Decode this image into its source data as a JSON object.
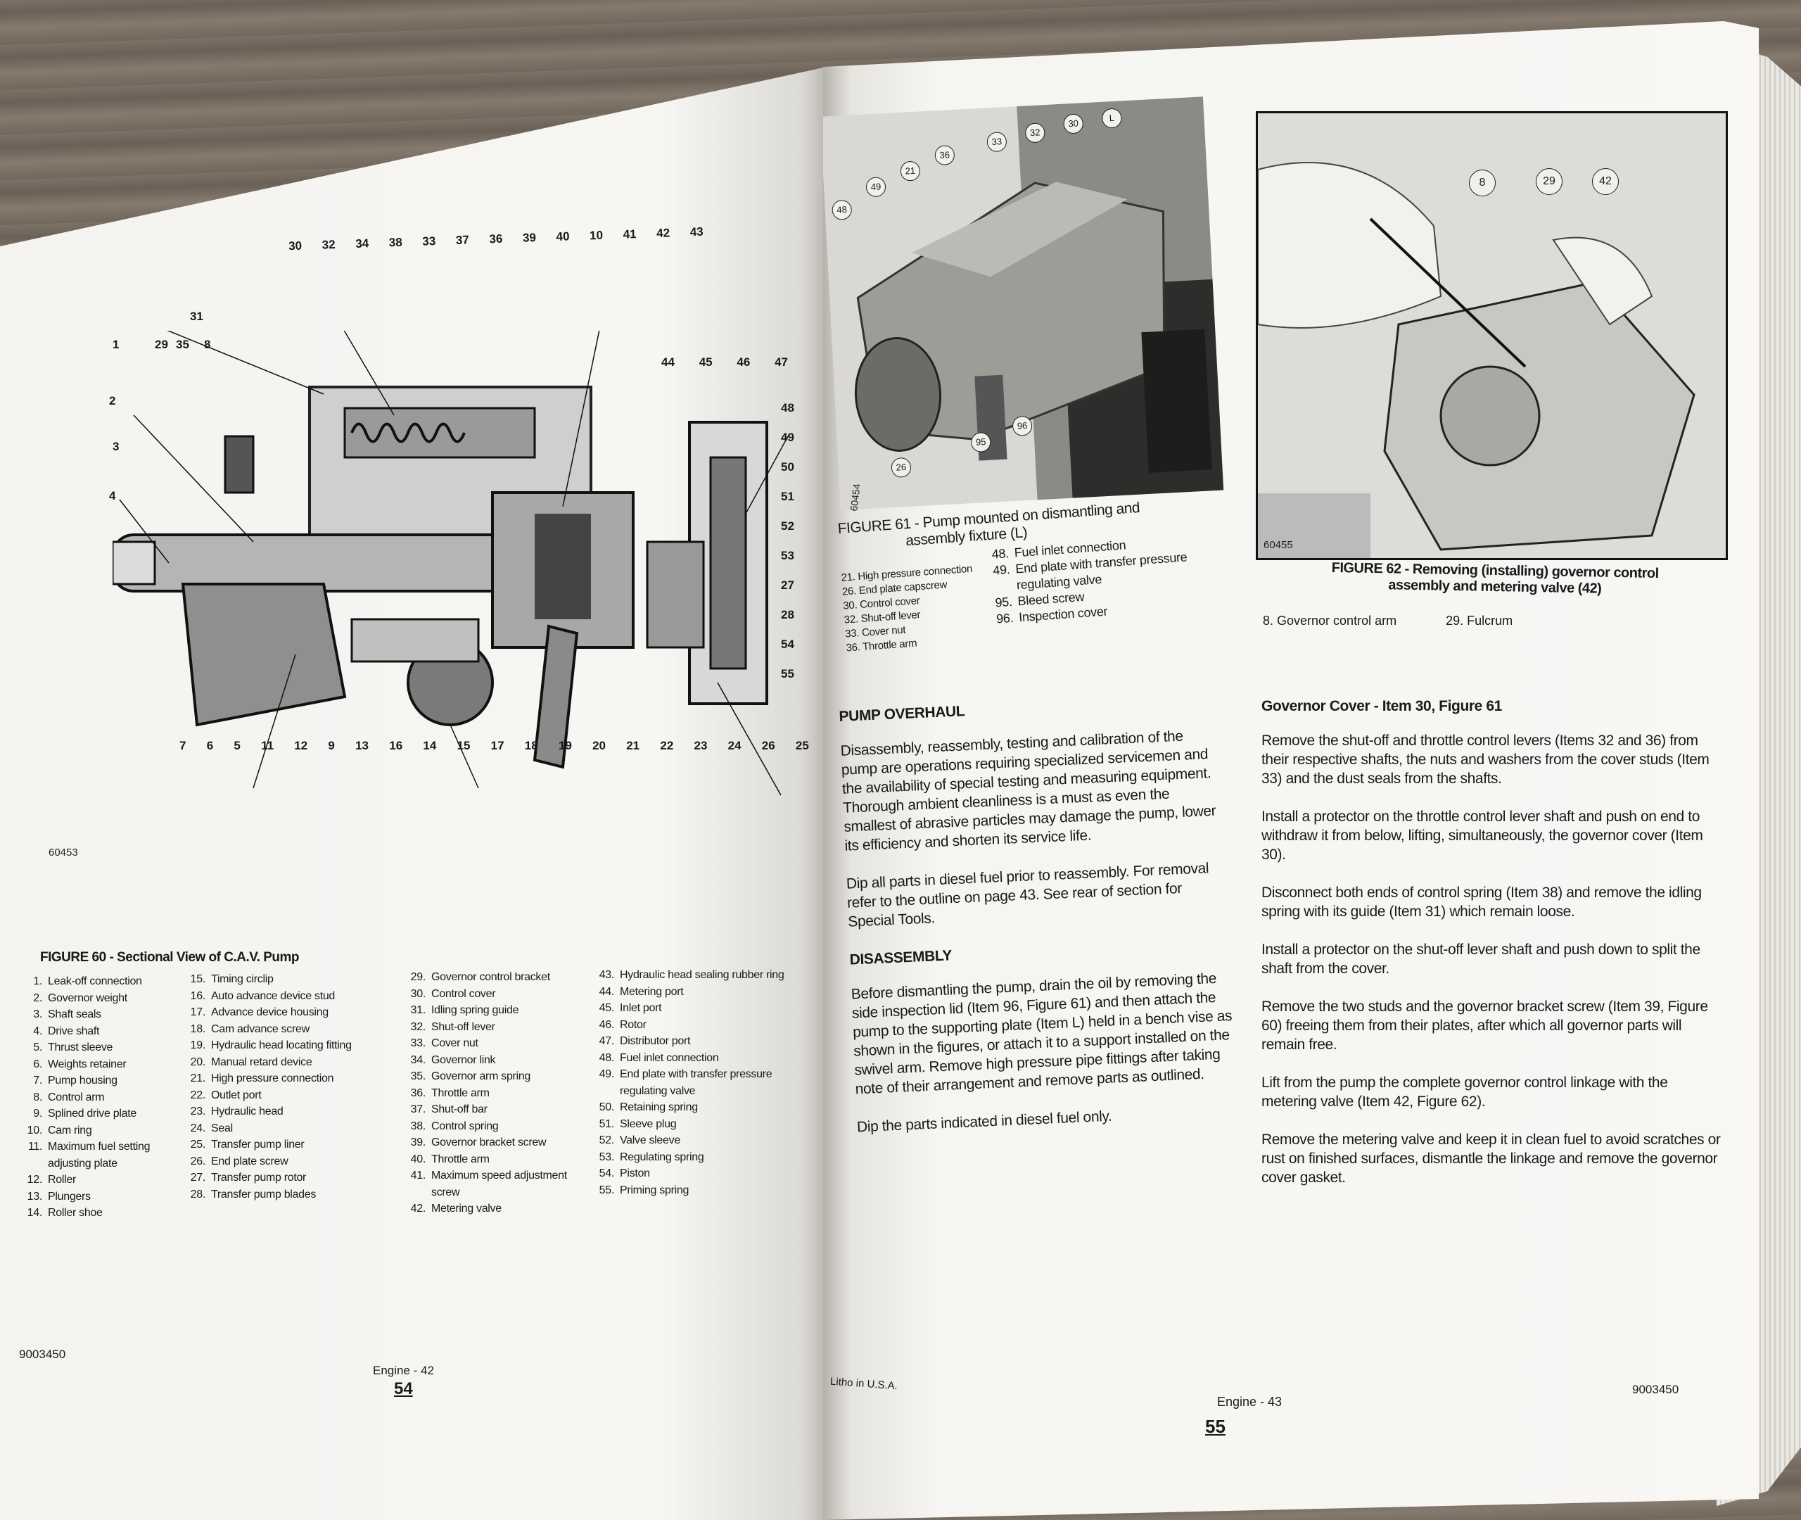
{
  "left_page": {
    "figure60": {
      "image_id": "60453",
      "callouts_top": [
        "30",
        "32",
        "34",
        "38",
        "33",
        "37",
        "36",
        "39",
        "40",
        "10",
        "41",
        "42",
        "43"
      ],
      "callouts_upper_right": [
        "44",
        "45",
        "46",
        "47"
      ],
      "callouts_left": [
        "31",
        "1",
        "29",
        "35",
        "8",
        "2",
        "3",
        "4"
      ],
      "callouts_right": [
        "48",
        "49",
        "50",
        "51",
        "52",
        "53",
        "27",
        "28",
        "54",
        "55"
      ],
      "callouts_bottom": [
        "7",
        "6",
        "5",
        "11",
        "12",
        "9",
        "13",
        "16",
        "14",
        "15",
        "17",
        "18",
        "19",
        "20",
        "21",
        "22",
        "23",
        "24",
        "26",
        "25"
      ],
      "caption": "FIGURE 60 - Sectional View of C.A.V. Pump",
      "legend_columns": [
        [
          {
            "n": "1.",
            "t": "Leak-off connection"
          },
          {
            "n": "2.",
            "t": "Governor weight"
          },
          {
            "n": "3.",
            "t": "Shaft seals"
          },
          {
            "n": "4.",
            "t": "Drive shaft"
          },
          {
            "n": "5.",
            "t": "Thrust sleeve"
          },
          {
            "n": "6.",
            "t": "Weights retainer"
          },
          {
            "n": "7.",
            "t": "Pump housing"
          },
          {
            "n": "8.",
            "t": "Control arm"
          },
          {
            "n": "9.",
            "t": "Splined drive plate"
          },
          {
            "n": "10.",
            "t": "Cam ring"
          },
          {
            "n": "11.",
            "t": "Maximum fuel setting adjusting plate"
          },
          {
            "n": "12.",
            "t": "Roller"
          },
          {
            "n": "13.",
            "t": "Plungers"
          },
          {
            "n": "14.",
            "t": "Roller shoe"
          }
        ],
        [
          {
            "n": "15.",
            "t": "Timing circlip"
          },
          {
            "n": "16.",
            "t": "Auto advance device stud"
          },
          {
            "n": "17.",
            "t": "Advance device housing"
          },
          {
            "n": "18.",
            "t": "Cam advance screw"
          },
          {
            "n": "19.",
            "t": "Hydraulic head locating fitting"
          },
          {
            "n": "20.",
            "t": "Manual retard device"
          },
          {
            "n": "21.",
            "t": "High pressure connection"
          },
          {
            "n": "22.",
            "t": "Outlet port"
          },
          {
            "n": "23.",
            "t": "Hydraulic head"
          },
          {
            "n": "24.",
            "t": "Seal"
          },
          {
            "n": "25.",
            "t": "Transfer pump liner"
          },
          {
            "n": "26.",
            "t": "End plate screw"
          },
          {
            "n": "27.",
            "t": "Transfer pump rotor"
          },
          {
            "n": "28.",
            "t": "Transfer pump blades"
          }
        ],
        [
          {
            "n": "29.",
            "t": "Governor control bracket"
          },
          {
            "n": "30.",
            "t": "Control cover"
          },
          {
            "n": "31.",
            "t": "Idling spring guide"
          },
          {
            "n": "32.",
            "t": "Shut-off lever"
          },
          {
            "n": "33.",
            "t": "Cover nut"
          },
          {
            "n": "34.",
            "t": "Governor link"
          },
          {
            "n": "35.",
            "t": "Governor arm spring"
          },
          {
            "n": "36.",
            "t": "Throttle arm"
          },
          {
            "n": "37.",
            "t": "Shut-off bar"
          },
          {
            "n": "38.",
            "t": "Control spring"
          },
          {
            "n": "39.",
            "t": "Governor bracket screw"
          },
          {
            "n": "40.",
            "t": "Throttle arm"
          },
          {
            "n": "41.",
            "t": "Maximum speed adjustment screw"
          },
          {
            "n": "42.",
            "t": "Metering valve"
          }
        ],
        [
          {
            "n": "43.",
            "t": "Hydraulic head sealing rubber ring"
          },
          {
            "n": "44.",
            "t": "Metering port"
          },
          {
            "n": "45.",
            "t": "Inlet port"
          },
          {
            "n": "46.",
            "t": "Rotor"
          },
          {
            "n": "47.",
            "t": "Distributor port"
          },
          {
            "n": "48.",
            "t": "Fuel inlet connection"
          },
          {
            "n": "49.",
            "t": "End plate with transfer pressure regulating valve"
          },
          {
            "n": "50.",
            "t": "Retaining spring"
          },
          {
            "n": "51.",
            "t": "Sleeve plug"
          },
          {
            "n": "52.",
            "t": "Valve sleeve"
          },
          {
            "n": "53.",
            "t": "Regulating spring"
          },
          {
            "n": "54.",
            "t": "Piston"
          },
          {
            "n": "55.",
            "t": "Priming spring"
          }
        ]
      ]
    },
    "footer": {
      "doc_number": "9003450",
      "section": "Engine - 42",
      "page_number": "54"
    }
  },
  "right_page": {
    "figure61": {
      "image_id": "60454",
      "callouts": [
        "48",
        "49",
        "21",
        "36",
        "33",
        "32",
        "30",
        "L",
        "26",
        "95",
        "96"
      ],
      "caption_line1": "FIGURE 61 - Pump mounted on dismantling and",
      "caption_line2": "assembly fixture (L)",
      "legend_left": [
        "21. High pressure connection",
        "26. End plate capscrew",
        "30. Control cover",
        "32. Shut-off lever",
        "33. Cover nut",
        "36. Throttle arm"
      ],
      "legend_right": [
        {
          "n": "48.",
          "t": "Fuel inlet connection"
        },
        {
          "n": "49.",
          "t": "End plate with transfer pressure regulating valve"
        },
        {
          "n": "95.",
          "t": "Bleed screw"
        },
        {
          "n": "96.",
          "t": "Inspection cover"
        }
      ]
    },
    "figure62": {
      "image_id": "60455",
      "callouts": [
        "8",
        "29",
        "42"
      ],
      "caption_line1": "FIGURE 62 - Removing (installing) governor control",
      "caption_line2": "assembly and metering valve (42)",
      "legend": [
        "8. Governor control arm",
        "29. Fulcrum"
      ]
    },
    "col1": {
      "heading1": "PUMP OVERHAUL",
      "p1": "Disassembly, reassembly, testing and calibration of the pump are operations requiring specialized servicemen and the availability of special testing and measuring equipment. Thorough ambient cleanliness is a must as even the smallest of abrasive particles may damage the pump, lower its efficiency and shorten its service life.",
      "p2": "Dip all parts in diesel fuel prior to reassembly. For removal refer to the outline on page 43. See rear of section for Special Tools.",
      "heading2": "DISASSEMBLY",
      "p3": "Before dismantling the pump, drain the oil by removing the side inspection lid (Item 96, Figure 61) and then attach the pump to the supporting plate (Item L) held in a bench vise as shown in the figures, or attach it to a support installed on the swivel arm. Remove high pressure pipe fittings after taking note of their arrangement and remove parts as outlined.",
      "p4": "Dip the parts indicated in diesel fuel only."
    },
    "col2": {
      "heading": "Governor Cover - Item 30, Figure 61",
      "paragraphs": [
        "Remove the shut-off and throttle control levers (Items 32 and 36) from their respective shafts, the nuts and washers from the cover studs (Item 33) and the dust seals from the shafts.",
        "Install a protector on the throttle control lever shaft and push on end to withdraw it from below, lifting, simultaneously, the governor cover (Item 30).",
        "Disconnect both ends of control spring (Item 38) and remove the idling spring with its guide (Item 31) which remain loose.",
        "Install a protector on the shut-off lever shaft and push down to split the shaft from the cover.",
        "Remove the two studs and the governor bracket screw (Item 39, Figure 60) freeing them from their plates, after which all governor parts will remain free.",
        "Lift from the pump the complete governor control linkage with the metering valve (Item 42, Figure 62).",
        "Remove the metering valve and keep it in clean fuel to avoid scratches or rust on finished surfaces, dismantle the linkage and remove the governor cover gasket."
      ]
    },
    "footer": {
      "printer": "Litho in U.S.A.",
      "section": "Engine - 43",
      "page_number": "55",
      "doc_number": "9003450"
    }
  }
}
